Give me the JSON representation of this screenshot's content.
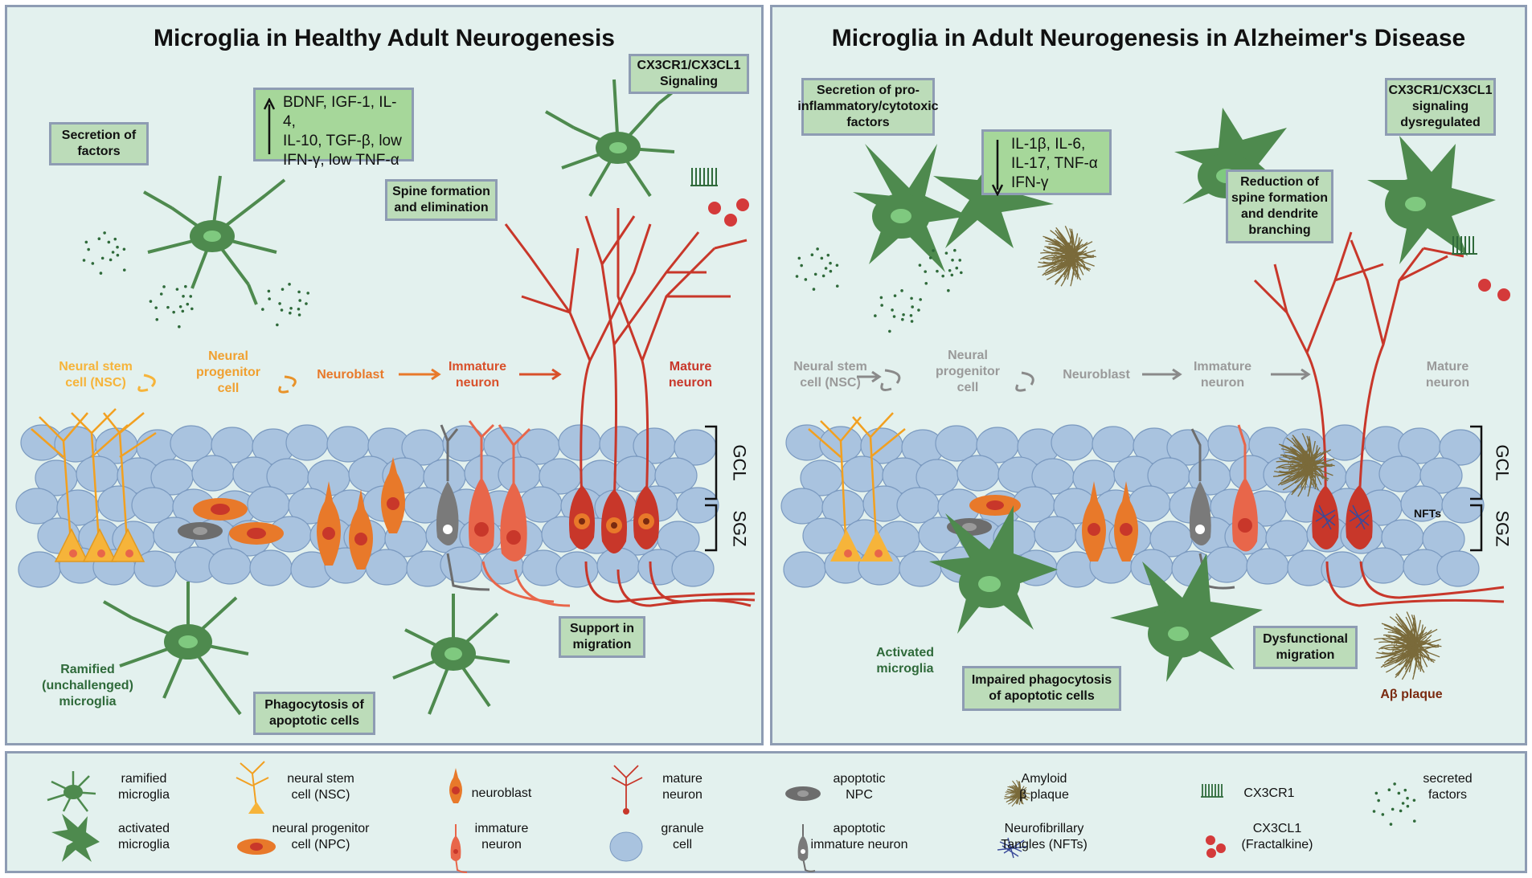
{
  "left": {
    "title": "Microglia in Healthy Adult Neurogenesis",
    "boxes": {
      "secretion": "Secretion of factors",
      "cx3cr1": "CX3CR1/CX3CL1 Signaling",
      "spine": "Spine formation and elimination",
      "migration": "Support in migration",
      "phagocytosis": "Phagocytosis of apoptotic cells"
    },
    "factors_up": [
      "BDNF, IGF-1, IL-4,",
      "IL-10, TGF-β, low",
      "IFN-γ, low TNF-α"
    ],
    "stages": {
      "nsc": [
        "Neural stem",
        "cell (NSC)"
      ],
      "npc": [
        "Neural",
        "progenitor",
        "cell"
      ],
      "neuroblast": "Neuroblast",
      "immature": [
        "Immature",
        "neuron"
      ],
      "mature": [
        "Mature",
        "neuron"
      ]
    },
    "microglia_label": [
      "Ramified",
      "(unchallenged)",
      "microglia"
    ],
    "zones": {
      "gcl": "GCL",
      "sgz": "SGZ"
    }
  },
  "right": {
    "title": "Microglia in Adult Neurogenesis in Alzheimer's Disease",
    "boxes": {
      "secretion": [
        "Secretion of pro-",
        "inflammatory/cytotoxic",
        "factors"
      ],
      "cx3cr1": [
        "CX3CR1/CX3CL1",
        "signaling",
        "dysregulated"
      ],
      "spine": [
        "Reduction of",
        "spine formation",
        "and dendrite",
        "branching"
      ],
      "migration": [
        "Dysfunctional",
        "migration"
      ],
      "phagocytosis": [
        "Impaired phagocytosis",
        "of apoptotic cells"
      ]
    },
    "factors_down": [
      "IL-1β, IL-6,",
      "IL-17, TNF-α",
      "IFN-γ"
    ],
    "stages": {
      "nsc": [
        "Neural stem",
        "cell (NSC)"
      ],
      "npc": [
        "Neural",
        "progenitor",
        "cell"
      ],
      "neuroblast": "Neuroblast",
      "immature": [
        "Immature",
        "neuron"
      ],
      "mature": [
        "Mature",
        "neuron"
      ]
    },
    "microglia_label": [
      "Activated",
      "microglia"
    ],
    "nfts_label": "NFTs",
    "plaque_label": "Aβ plaque",
    "zones": {
      "gcl": "GCL",
      "sgz": "SGZ"
    }
  },
  "legend": {
    "items": [
      {
        "icon": "ramified-microglia-icon",
        "label": [
          "ramified",
          "microglia"
        ]
      },
      {
        "icon": "activated-microglia-icon",
        "label": [
          "activated",
          "microglia"
        ]
      },
      {
        "icon": "neural-stem-cell-icon",
        "label": [
          "neural stem",
          "cell (NSC)"
        ]
      },
      {
        "icon": "neural-progenitor-cell-icon",
        "label": [
          "neural progenitor",
          "cell (NPC)"
        ]
      },
      {
        "icon": "neuroblast-icon",
        "label": [
          "neuroblast"
        ]
      },
      {
        "icon": "immature-neuron-icon",
        "label": [
          "immature",
          "neuron"
        ]
      },
      {
        "icon": "mature-neuron-icon",
        "label": [
          "mature",
          "neuron"
        ]
      },
      {
        "icon": "granule-cell-icon",
        "label": [
          "granule",
          "cell"
        ]
      },
      {
        "icon": "apoptotic-npc-icon",
        "label": [
          "apoptotic",
          "NPC"
        ]
      },
      {
        "icon": "apoptotic-immature-neuron-icon",
        "label": [
          "apoptotic",
          "immature neuron"
        ]
      },
      {
        "icon": "amyloid-plaque-icon",
        "label": [
          "Amyloid",
          "β plaque"
        ]
      },
      {
        "icon": "nft-icon",
        "label": [
          "Neurofibrillary",
          "Tangles (NFTs)"
        ]
      },
      {
        "icon": "cx3cr1-icon",
        "label": [
          "CX3CR1"
        ]
      },
      {
        "icon": "cx3cl1-icon",
        "label": [
          "CX3CL1",
          "(Fractalkine)"
        ]
      },
      {
        "icon": "secreted-factors-icon",
        "label": [
          "secreted",
          "factors"
        ]
      }
    ]
  },
  "colors": {
    "panel_bg": "#e3f1ee",
    "border": "#8e9cb3",
    "microglia": "#4e8a4e",
    "nsc": "#f6b43a",
    "neuroblast": "#e8792a",
    "immature": "#e8664a",
    "mature": "#c8372a",
    "granule": "#a9c3df",
    "grey": "#8a8a8a"
  }
}
